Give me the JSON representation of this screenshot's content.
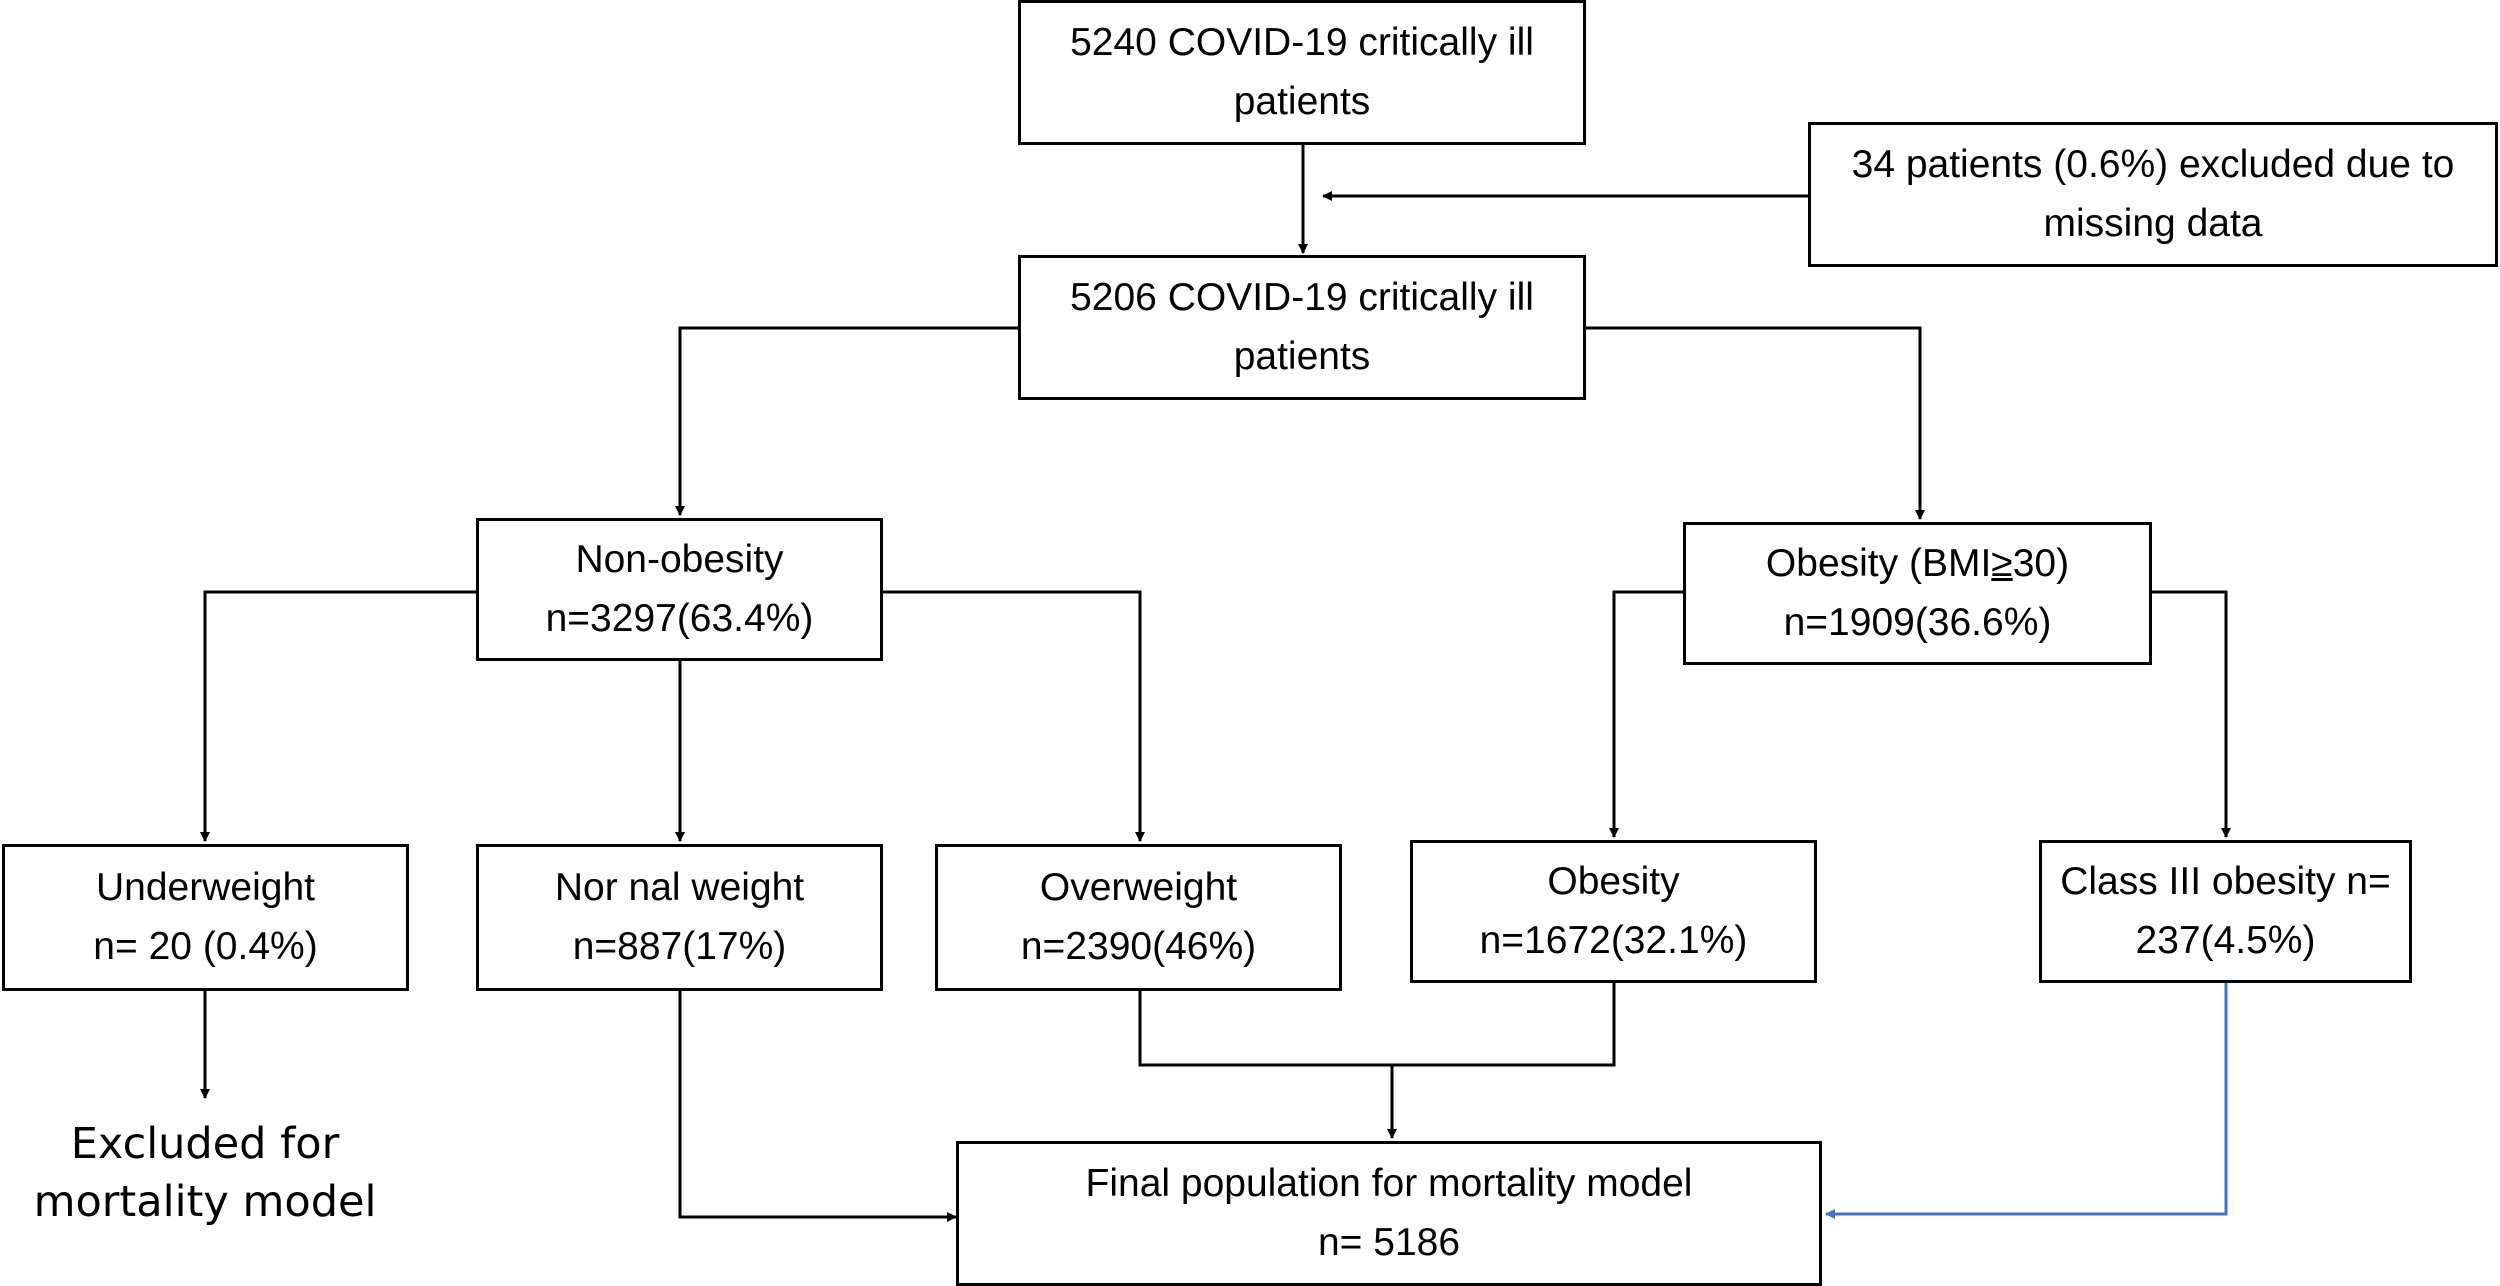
{
  "boxes": {
    "start": {
      "line1": "5240  COVID-19 critically ill",
      "line2": "patients"
    },
    "excluded_missing": {
      "line1": "34 patients (0.6%)  excluded due to",
      "line2": "missing data"
    },
    "after_exclusion": {
      "line1": "5206  COVID-19 critically ill",
      "line2": "patients"
    },
    "non_obesity": {
      "line1": "Non-obesity",
      "line2": "n=3297(63.4%)"
    },
    "obesity_group": {
      "line1_prefix": "Obesity (BMI",
      "line1_symbol": "≥",
      "line1_suffix": "30)",
      "line2": "n=1909(36.6%)"
    },
    "underweight": {
      "line1": "Underweight",
      "line2": "n= 20  (0.4%)"
    },
    "normal_weight": {
      "line1": "Nor nal weight",
      "line2": "n=887(17%)"
    },
    "overweight": {
      "line1": "Overweight",
      "line2": "n=2390(46%)"
    },
    "obesity": {
      "line1": "Obesity",
      "line2": "n=1672(32.1%)"
    },
    "class3_obesity": {
      "line1": "Class III obesity n=",
      "line2": "237(4.5%)"
    },
    "final_population": {
      "line1": "Final population for mortality model",
      "line2": "n= 5186"
    }
  },
  "excluded_text": {
    "line1": "Excluded for",
    "line2": "mortality model"
  },
  "colors": {
    "line": "#000000",
    "class3_arrow": "#4472c4"
  }
}
